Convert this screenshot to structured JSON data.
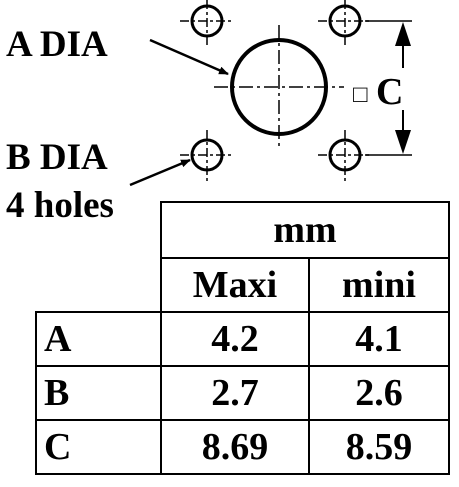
{
  "labels": {
    "a_dia": "A DIA",
    "b_dia": "B DIA",
    "b_holes": "4 holes",
    "square_symbol": "□",
    "c_dim": "C"
  },
  "table": {
    "unit": "mm",
    "columns": [
      "Maxi",
      "mini"
    ],
    "rows": [
      {
        "label": "A",
        "maxi": "4.2",
        "mini": "4.1"
      },
      {
        "label": "B",
        "maxi": "2.7",
        "mini": "2.6"
      },
      {
        "label": "C",
        "maxi": "8.69",
        "mini": "8.59"
      }
    ]
  }
}
